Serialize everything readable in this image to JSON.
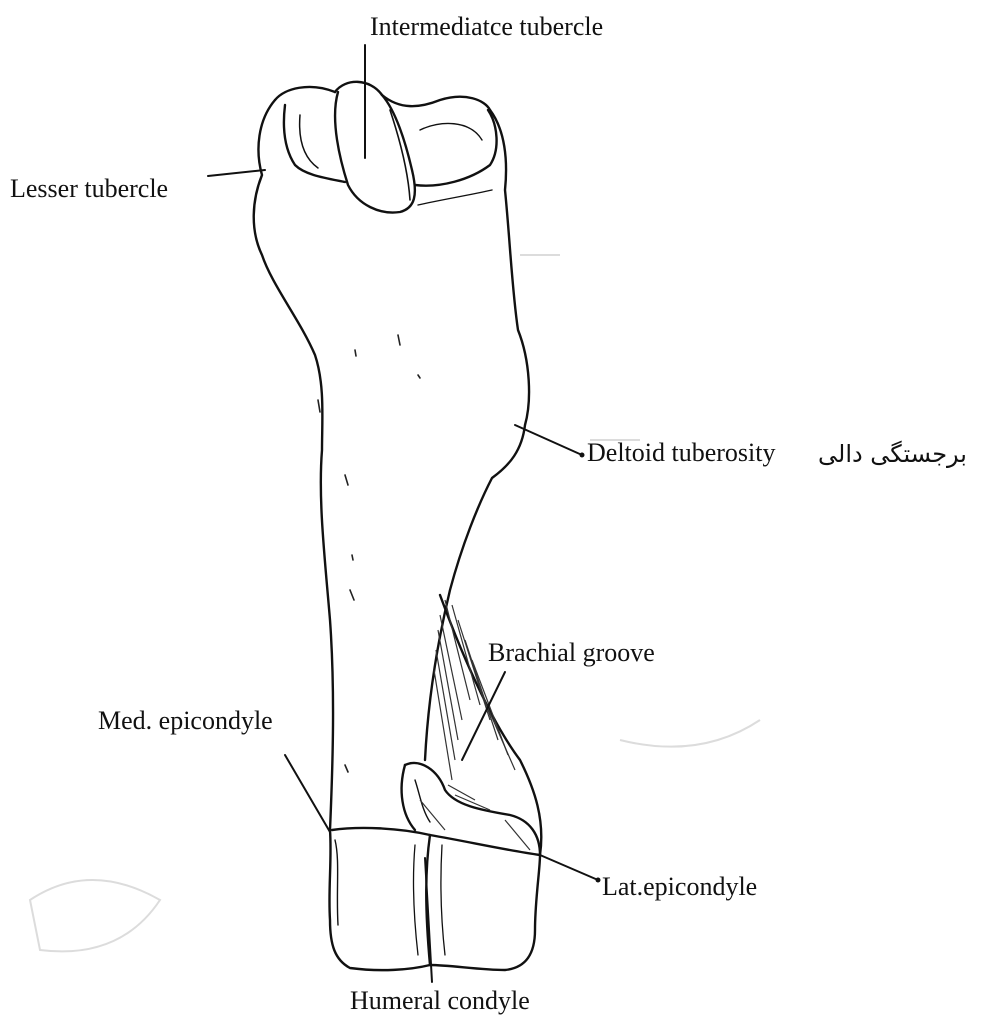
{
  "labels": {
    "intermediate_tubercle": "Intermediatce tubercle",
    "lesser_tubercle": "Lesser tubercle",
    "deltoid_tuberosity": "Deltoid tuberosity",
    "deltoid_tuberosity_persian": "برجستگی دالی",
    "brachial_groove": "Brachial groove",
    "med_epicondyle": "Med. epicondyle",
    "lat_epicondyle": "Lat.epicondyle",
    "humeral_condyle": "Humeral condyle"
  },
  "colors": {
    "ink": "#111111",
    "paper": "#ffffff",
    "shadow_hatch": "#333333",
    "bleed_through": "#d9d9d9"
  }
}
